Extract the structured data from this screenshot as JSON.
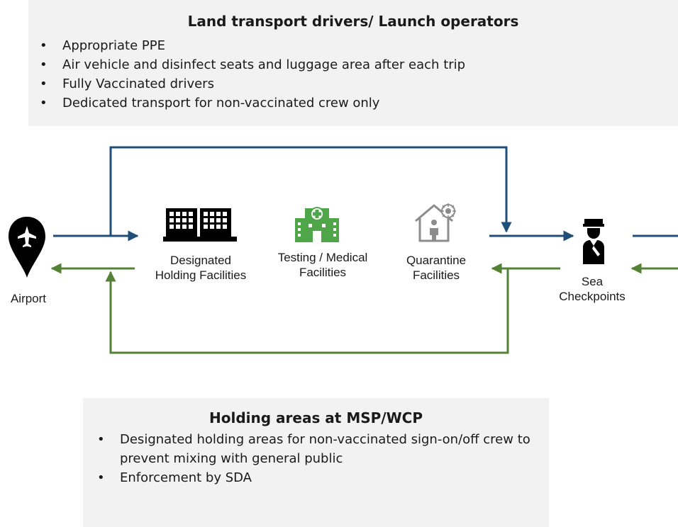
{
  "top_panel": {
    "title": "Land transport drivers/ Launch operators",
    "bullets": [
      "Appropriate PPE",
      "Air vehicle and disinfect seats and luggage area after each trip",
      "Fully Vaccinated drivers",
      "Dedicated transport for non-vaccinated crew only"
    ]
  },
  "nodes": {
    "airport": {
      "label": "Airport"
    },
    "holding": {
      "label_line1": "Designated",
      "label_line2": "Holding Facilities"
    },
    "testing": {
      "label_line1": "Testing / Medical",
      "label_line2": "Facilities"
    },
    "quarantine": {
      "label_line1": "Quarantine",
      "label_line2": "Facilities"
    },
    "sea": {
      "label_line1": "Sea",
      "label_line2": "Checkpoints"
    }
  },
  "bottom_panel": {
    "title": "Holding areas at MSP/WCP",
    "bullets": [
      "Designated holding areas for non-vaccinated sign-on/off crew to prevent mixing with general public",
      "Enforcement by SDA"
    ]
  },
  "colors": {
    "outbound_arrow": "#1f4e79",
    "return_arrow": "#548235",
    "medical_green": "#4ea648",
    "panel_bg": "#f2f2f2"
  }
}
